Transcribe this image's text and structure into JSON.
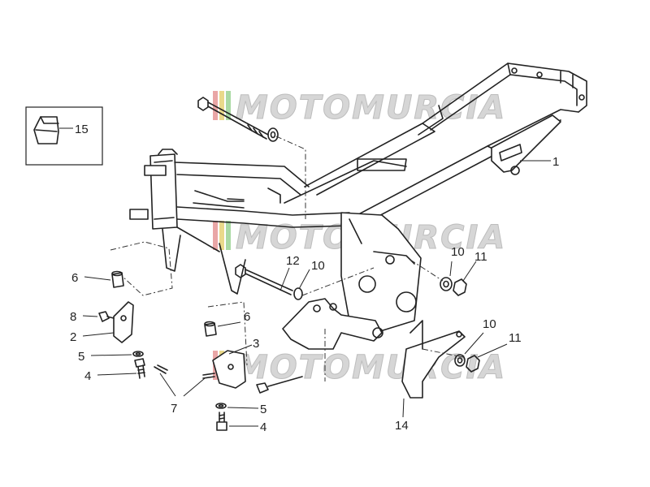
{
  "watermark": {
    "text": "MOTOMURCIA",
    "colors": [
      "#e9a6a6",
      "#e9d98a",
      "#a9d9a3",
      "#d6d6d6"
    ]
  },
  "callouts": {
    "c1": "1",
    "c2": "2",
    "c3": "3",
    "c4a": "4",
    "c4b": "4",
    "c5a": "5",
    "c5b": "5",
    "c6a": "6",
    "c6b": "6",
    "c7": "7",
    "c8": "8",
    "c10a": "10",
    "c10b": "10",
    "c10c": "10",
    "c11a": "11",
    "c11b": "11",
    "c12": "12",
    "c14": "14",
    "c15": "15"
  },
  "icons": {
    "inset": "rubber-sleeve-icon"
  }
}
